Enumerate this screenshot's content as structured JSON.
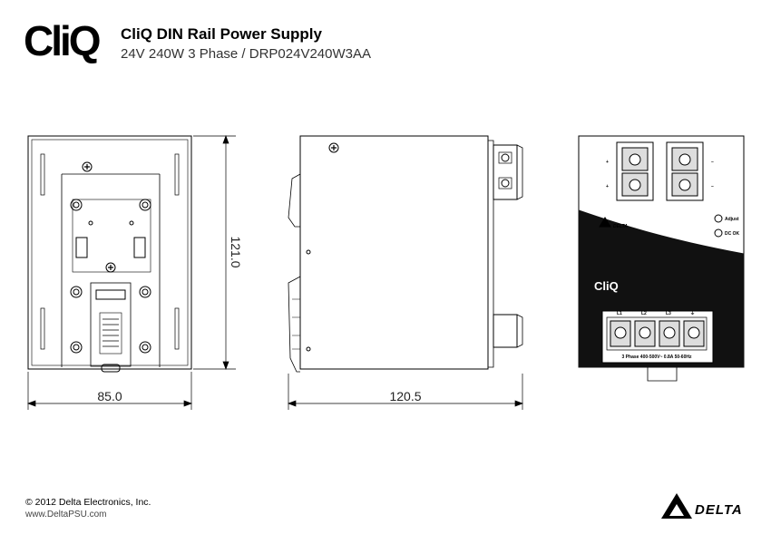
{
  "header": {
    "logo": "CliQ",
    "title": "CliQ DIN Rail Power Supply",
    "subtitle": "24V 240W 3 Phase / DRP024V240W3AA"
  },
  "dimensions": {
    "height": "121.0",
    "width": "85.0",
    "depth": "120.5"
  },
  "front_panel": {
    "plus": "+",
    "minus": "–",
    "brand": "DELTA",
    "adjust_label": "Adjust",
    "dc_ok_label": "DC OK",
    "series_mark": "CliQ",
    "terminals": [
      "L1",
      "L2",
      "L3",
      "⏚"
    ],
    "rating": "3 Phase 400-500V~ 0.8A 50-60Hz"
  },
  "footer": {
    "copyright": "© 2012 Delta Electronics, Inc.",
    "website": "www.DeltaPSU.com",
    "brand": "DELTA"
  }
}
